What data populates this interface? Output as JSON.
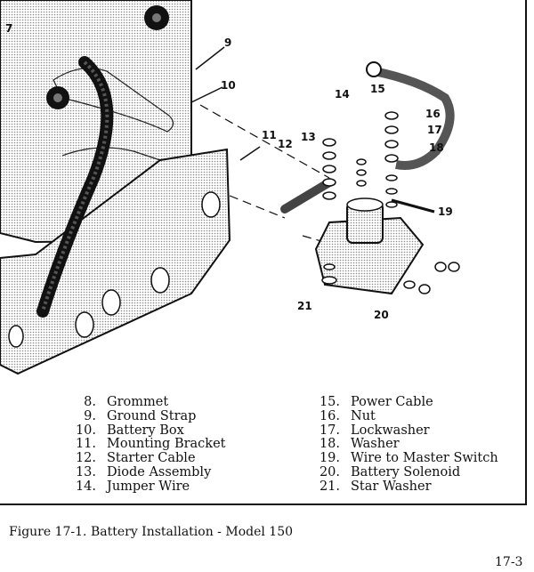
{
  "figure": {
    "callouts": [
      "7",
      "9",
      "10",
      "11",
      "12",
      "13",
      "14",
      "15",
      "16",
      "17",
      "18",
      "19",
      "20",
      "21"
    ],
    "legend_left": [
      {
        "num": "8.",
        "label": "Grommet"
      },
      {
        "num": "9.",
        "label": "Ground Strap"
      },
      {
        "num": "10.",
        "label": "Battery Box"
      },
      {
        "num": "11.",
        "label": "Mounting Bracket"
      },
      {
        "num": "12.",
        "label": "Starter Cable"
      },
      {
        "num": "13.",
        "label": "Diode Assembly"
      },
      {
        "num": "14.",
        "label": "Jumper Wire"
      }
    ],
    "legend_right": [
      {
        "num": "15.",
        "label": "Power Cable"
      },
      {
        "num": "16.",
        "label": "Nut"
      },
      {
        "num": "17.",
        "label": "Lockwasher"
      },
      {
        "num": "18.",
        "label": "Washer"
      },
      {
        "num": "19.",
        "label": "Wire to Master Switch"
      },
      {
        "num": "20.",
        "label": "Battery Solenoid"
      },
      {
        "num": "21.",
        "label": "Star Washer"
      }
    ]
  },
  "caption": "Figure 17-1.  Battery Installation - Model 150",
  "page_number": "17-3"
}
